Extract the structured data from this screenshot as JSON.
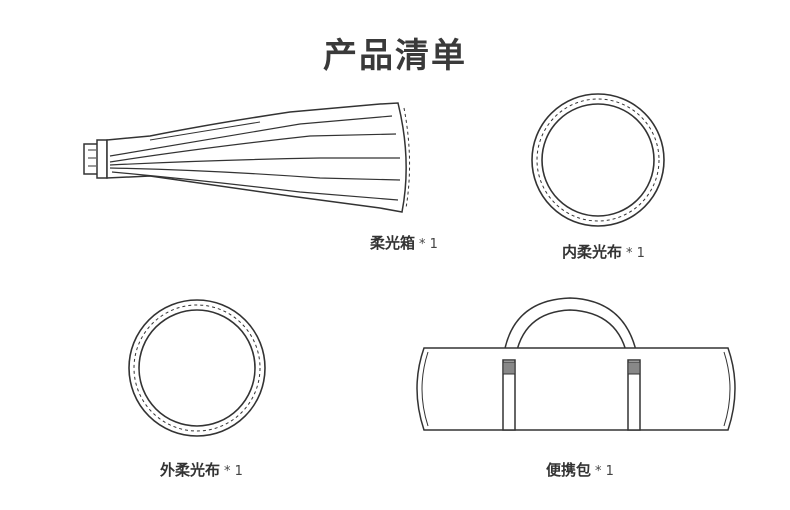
{
  "page": {
    "title": "产品清单"
  },
  "items": [
    {
      "name": "柔光箱",
      "qty": "* 1"
    },
    {
      "name": "内柔光布",
      "qty": "* 1"
    },
    {
      "name": "外柔光布",
      "qty": "* 1"
    },
    {
      "name": "便携包",
      "qty": "* 1"
    }
  ],
  "colors": {
    "stroke": "#333333",
    "title": "#3a3a3a",
    "background": "#ffffff"
  }
}
